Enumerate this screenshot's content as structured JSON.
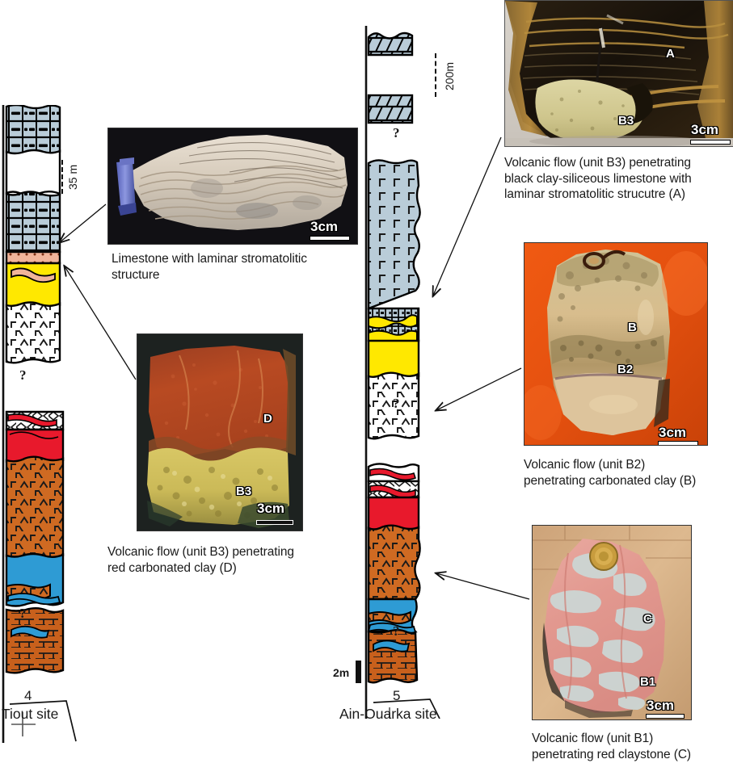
{
  "figure": {
    "type": "geological-log-comparison",
    "description": "Two stratigraphic logs (Tiout site and Ain-Ouarka site) with four rock sample photographs illustrating volcanic flows penetrating sedimentary units"
  },
  "columns": [
    {
      "id": "tiout",
      "number": "4",
      "site_label": "Tiout site",
      "scale_label": "35 m",
      "gap_markers": [
        "?",
        "?"
      ],
      "units": [
        {
          "name": "limestone-upper",
          "pattern": "brick",
          "color": "#b9ccd8"
        },
        {
          "name": "gap-break",
          "pattern": "blank"
        },
        {
          "name": "limestone-lower",
          "pattern": "brick",
          "color": "#b9ccd8"
        },
        {
          "name": "marly-bed",
          "pattern": "dotted-pink",
          "color": "#f0b49a"
        },
        {
          "name": "volcanic-flow-yellow",
          "pattern": "solid",
          "color": "#ffe800"
        },
        {
          "name": "tuff-white",
          "pattern": "volcanic-v",
          "color": "#ffffff"
        },
        {
          "name": "conglomerate",
          "pattern": "diamond",
          "color": "#ffffff"
        },
        {
          "name": "red-claystone",
          "pattern": "solid",
          "color": "#e8192c"
        },
        {
          "name": "volcanic-orange",
          "pattern": "volcanic-v",
          "color": "#d2691e"
        },
        {
          "name": "volcanic-flow-blue",
          "pattern": "solid",
          "color": "#2e9bd4"
        },
        {
          "name": "carbonated-clay",
          "pattern": "dashed-brick",
          "color": "#c8601c"
        }
      ]
    },
    {
      "id": "ain-ouarka",
      "number": "5",
      "site_label": "Ain-Ouarka site",
      "scale_label": "200m",
      "scale_bar_label": "2m",
      "gap_markers": [
        "?",
        "?",
        "?"
      ],
      "units": [
        {
          "name": "dolomite-top",
          "pattern": "slanted-brick",
          "color": "#b9ccd8"
        },
        {
          "name": "gap-break",
          "pattern": "blank"
        },
        {
          "name": "dolomite-lower",
          "pattern": "slanted-brick",
          "color": "#b9ccd8"
        },
        {
          "name": "clay-siliceous-limestone",
          "pattern": "r-marks",
          "color": "#b9ccd8"
        },
        {
          "name": "stromatolitic-limestone",
          "pattern": "small-brick",
          "color": "#b9ccd8"
        },
        {
          "name": "volcanic-flow-B3",
          "pattern": "solid",
          "color": "#ffe800"
        },
        {
          "name": "tuff-white",
          "pattern": "volcanic-v",
          "color": "#ffffff"
        },
        {
          "name": "conglomerate",
          "pattern": "diamond",
          "color": "#ffffff"
        },
        {
          "name": "red-claystone",
          "pattern": "solid",
          "color": "#e8192c"
        },
        {
          "name": "volcanic-orange",
          "pattern": "volcanic-v",
          "color": "#d2691e"
        },
        {
          "name": "volcanic-flow-B1",
          "pattern": "solid",
          "color": "#2e9bd4"
        },
        {
          "name": "carbonated-clay",
          "pattern": "dashed-brick",
          "color": "#c8601c"
        }
      ]
    }
  ],
  "photos": [
    {
      "id": "photo-a",
      "caption": "Volcanic flow (unit B3) penetrating black clay-siliceous limestone with laminar stromatolitic strucutre (A)",
      "caption_lines": [
        "Volcanic flow (unit B3) penetrating",
        "black clay-siliceous limestone with",
        "laminar stromatolitic strucutre (A)"
      ],
      "labels": [
        "A",
        "B3"
      ],
      "scale": "3cm"
    },
    {
      "id": "photo-limestone",
      "caption": "Limestone with laminar stromatolitic structure",
      "caption_lines": [
        "Limestone with laminar stromatolitic",
        "structure"
      ],
      "labels": [],
      "scale": "3cm"
    },
    {
      "id": "photo-b",
      "caption": "Volcanic flow (unit B2) penetrating carbonated clay (B)",
      "caption_lines": [
        "Volcanic flow (unit B2)",
        "penetrating carbonated clay (B)"
      ],
      "labels": [
        "B",
        "B2"
      ],
      "scale": "3cm"
    },
    {
      "id": "photo-d",
      "caption": "Volcanic flow (unit B3) penetrating red carbonated clay (D)",
      "caption_lines": [
        "Volcanic flow (unit B3) penetrating",
        "red carbonated clay (D)"
      ],
      "labels": [
        "D",
        "B3"
      ],
      "scale": "3cm"
    },
    {
      "id": "photo-c",
      "caption": "Volcanic flow (unit B1) penetrating red claystone (C)",
      "caption_lines": [
        "Volcanic flow (unit B1)",
        "penetrating red claystone (C)"
      ],
      "labels": [
        "C",
        "B1"
      ],
      "scale": "3cm"
    }
  ],
  "colors": {
    "limestone_blue_grey": "#b9ccd8",
    "volcanic_yellow": "#ffe800",
    "claystone_red": "#e8192c",
    "volcanic_orange": "#cf6a22",
    "flow_blue": "#2e9bd4",
    "marl_pink": "#f0b49a",
    "outline": "#000000"
  }
}
